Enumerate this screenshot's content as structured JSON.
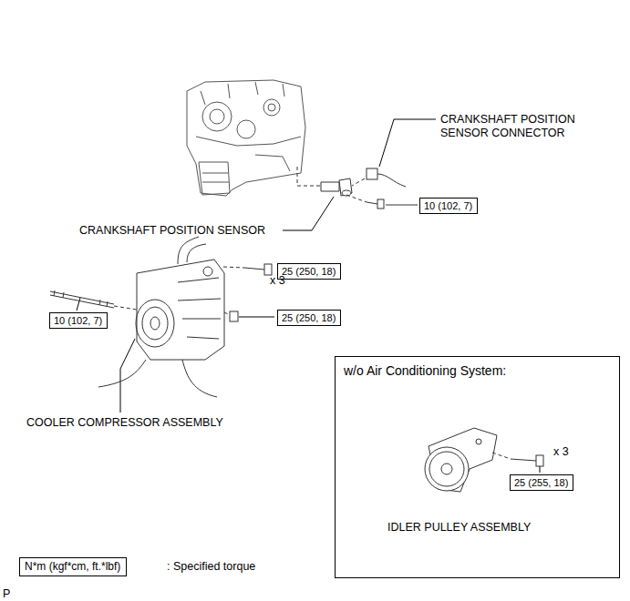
{
  "diagram": {
    "nodes": [
      {
        "text": [
          "10 (102, 7)"
        ]
      },
      {
        "text": [
          "25 (250, 18)"
        ]
      },
      {
        "text": [
          "10 (102, 7)"
        ]
      },
      {
        "text": [
          "25 (250, 18)"
        ]
      },
      {
        "text": [
          "w/o Air Conditioning System:"
        ]
      },
      {
        "text": [
          "25 (255, 18)"
        ],
        "in": 4
      },
      {
        "text": [
          "N*m (kgf*cm, ft.*lbf)"
        ]
      }
    ],
    "labels": [
      "CRANKSHAFT POSITION SENSOR CONNECTOR",
      "CRANKSHAFT POSITION SENSOR",
      "x 3",
      "COOLER COMPRESSOR ASSEMBLY",
      "x 3",
      "IDLER PULLEY ASSEMBLY",
      ": Specified torque",
      "P"
    ]
  }
}
